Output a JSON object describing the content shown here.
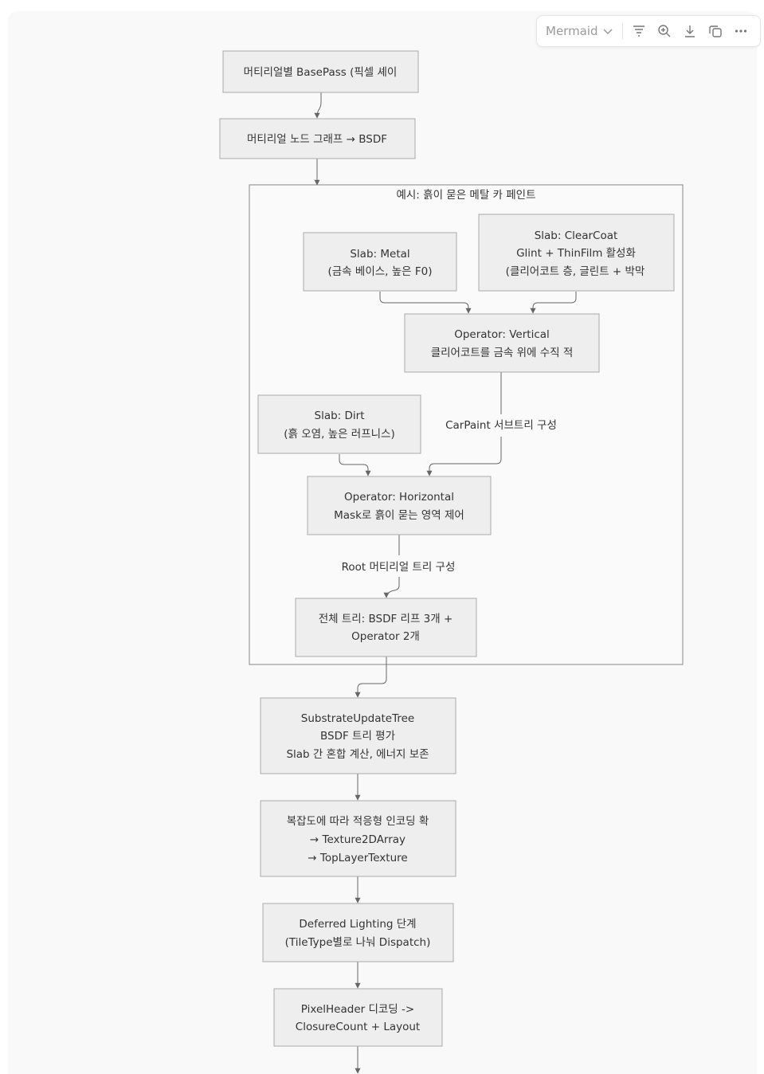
{
  "toolbar": {
    "diagram_type": "Mermaid",
    "icons": [
      "filter-icon",
      "zoom-in-icon",
      "download-icon",
      "copy-icon",
      "more-icon"
    ]
  },
  "subgraph": {
    "title": "예시: 흙이 묻은 메탈 카 페인트"
  },
  "nodes": {
    "basepass": [
      "머티리얼별 BasePass (픽셀 셰이"
    ],
    "node_graph": [
      "머티리얼 노드 그래프 → BSDF"
    ],
    "slab_metal": [
      "Slab: Metal",
      "(금속 베이스, 높은 F0)"
    ],
    "slab_clearcoat": [
      "Slab: ClearCoat",
      "Glint + ThinFilm 활성화",
      "(클리어코트 층, 글린트 + 박막"
    ],
    "op_vertical": [
      "Operator: Vertical",
      "클리어코트를 금속 위에 수직 적"
    ],
    "slab_dirt": [
      "Slab: Dirt",
      "(흙 오염, 높은 러프니스)"
    ],
    "op_horizontal": [
      "Operator: Horizontal",
      "Mask로 흙이 묻는 영역 제어"
    ],
    "full_tree": [
      "전체 트리: BSDF 리프 3개 +",
      "Operator 2개"
    ],
    "update_tree": [
      "SubstrateUpdateTree",
      "BSDF 트리 평가",
      "Slab 간 혼합 계산, 에너지 보존"
    ],
    "encoding": [
      "복잡도에 따라 적응형 인코딩 확",
      "→ Texture2DArray",
      "→ TopLayerTexture"
    ],
    "deferred": [
      "Deferred Lighting 단계",
      "(TileType별로 나눠 Dispatch)"
    ],
    "pixelheader": [
      "PixelHeader 디코딩 ->",
      "ClosureCount + Layout"
    ]
  },
  "edge_labels": {
    "carpaint": "CarPaint 서브트리 구성",
    "root": "Root 머티리얼 트리 구성"
  }
}
